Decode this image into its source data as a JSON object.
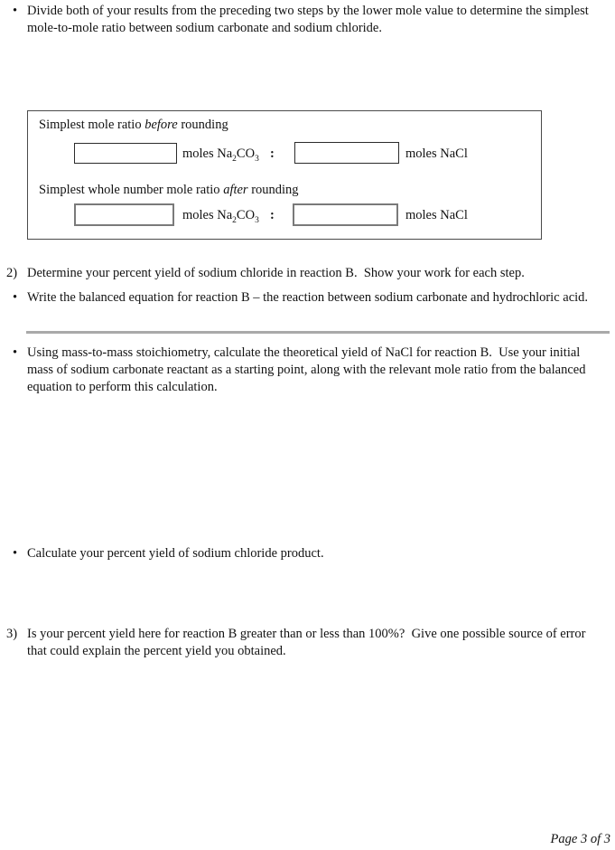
{
  "bullet_char": "•",
  "intro_bullet": {
    "lines": [
      "Divide both of your results from the preceding two steps by the lower mole value to determine the simplest",
      "mole-to-mole ratio between sodium carbonate and sodium chloride."
    ]
  },
  "ratio_box": {
    "label_before": {
      "pre": "Simplest mole ratio ",
      "italic": "before",
      "post": " rounding"
    },
    "label_after": {
      "pre": "Simplest whole number mole ratio ",
      "italic": "after",
      "post": " rounding"
    },
    "formula": {
      "pre": "moles Na",
      "sub1": "2",
      "mid": "CO",
      "sub2": "3"
    },
    "colon": ":",
    "nacl_label": "moles NaCl",
    "inputs": {
      "before_na2co3": "",
      "before_nacl": "",
      "after_na2co3": "",
      "after_nacl": ""
    }
  },
  "q2": {
    "number": "2)",
    "text": "Determine your percent yield of sodium chloride in reaction B.  Show your work for each step.",
    "balanced_bullet": "Write the balanced equation for reaction B – the reaction between sodium carbonate and hydrochloric acid.",
    "stoich_bullet_lines": [
      "Using mass-to-mass stoichiometry, calculate the theoretical yield of NaCl for reaction B.  Use your initial",
      "mass of sodium carbonate reactant as a starting point, along with the relevant mole ratio from the balanced",
      "equation to perform this calculation."
    ],
    "percent_bullet": "Calculate your percent yield of sodium chloride product."
  },
  "q3": {
    "number": "3)",
    "lines": [
      "Is your percent yield here for reaction B greater than or less than 100%?  Give one possible source of error",
      "that could explain the percent yield you obtained."
    ]
  },
  "footer": {
    "page_label": "Page 3 of 3"
  }
}
